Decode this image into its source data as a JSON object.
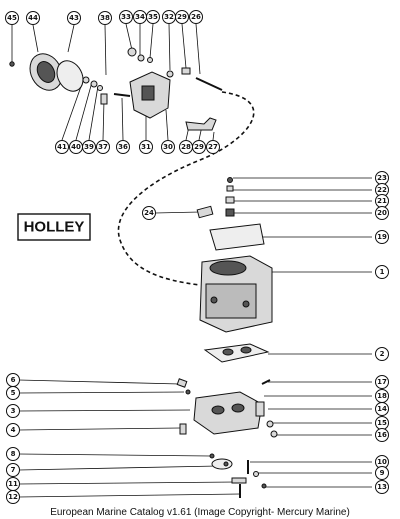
{
  "brand_label": "HOLLEY",
  "caption": "European Marine Catalog v1.61 (Image Copyright- Mercury Marine)",
  "callouts": [
    {
      "id": "c45",
      "label": "45"
    },
    {
      "id": "c44",
      "label": "44"
    },
    {
      "id": "c43",
      "label": "43"
    },
    {
      "id": "c38",
      "label": "38"
    },
    {
      "id": "c33",
      "label": "33"
    },
    {
      "id": "c34",
      "label": "34"
    },
    {
      "id": "c35",
      "label": "35"
    },
    {
      "id": "c32",
      "label": "32"
    },
    {
      "id": "c29t",
      "label": "29"
    },
    {
      "id": "c26",
      "label": "26"
    },
    {
      "id": "c41",
      "label": "41"
    },
    {
      "id": "c40",
      "label": "40"
    },
    {
      "id": "c39",
      "label": "39"
    },
    {
      "id": "c37",
      "label": "37"
    },
    {
      "id": "c36",
      "label": "36"
    },
    {
      "id": "c31",
      "label": "31"
    },
    {
      "id": "c30",
      "label": "30"
    },
    {
      "id": "c28",
      "label": "28"
    },
    {
      "id": "c29b",
      "label": "29"
    },
    {
      "id": "c27",
      "label": "27"
    },
    {
      "id": "c23",
      "label": "23"
    },
    {
      "id": "c22",
      "label": "22"
    },
    {
      "id": "c21",
      "label": "21"
    },
    {
      "id": "c20",
      "label": "20"
    },
    {
      "id": "c24",
      "label": "24"
    },
    {
      "id": "c19",
      "label": "19"
    },
    {
      "id": "c1",
      "label": "1"
    },
    {
      "id": "c2",
      "label": "2"
    },
    {
      "id": "c6",
      "label": "6"
    },
    {
      "id": "c5",
      "label": "5"
    },
    {
      "id": "c3",
      "label": "3"
    },
    {
      "id": "c4",
      "label": "4"
    },
    {
      "id": "c17",
      "label": "17"
    },
    {
      "id": "c18",
      "label": "18"
    },
    {
      "id": "c14",
      "label": "14"
    },
    {
      "id": "c15",
      "label": "15"
    },
    {
      "id": "c16",
      "label": "16"
    },
    {
      "id": "c8",
      "label": "8"
    },
    {
      "id": "c7",
      "label": "7"
    },
    {
      "id": "c11",
      "label": "11"
    },
    {
      "id": "c12",
      "label": "12"
    },
    {
      "id": "c10",
      "label": "10"
    },
    {
      "id": "c9",
      "label": "9"
    },
    {
      "id": "c13",
      "label": "13"
    }
  ]
}
